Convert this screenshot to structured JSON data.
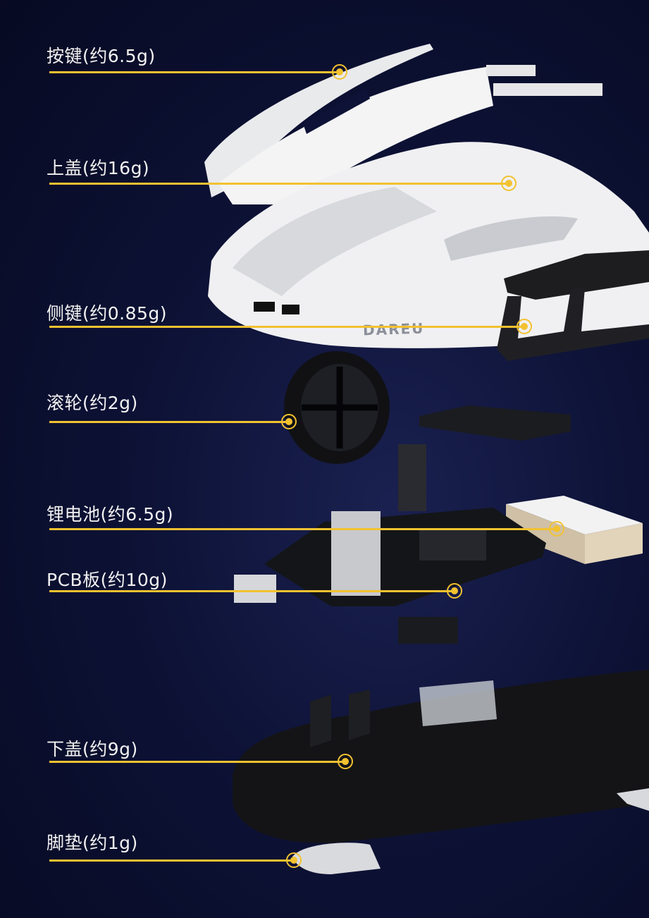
{
  "title": "Mouse exploded view component weights",
  "brand_logo": "DAREU",
  "accent_color": "#f2c230",
  "components": [
    {
      "id": "buttons",
      "label": "按键(约6.5g)"
    },
    {
      "id": "top-cover",
      "label": "上盖(约16g)"
    },
    {
      "id": "side-buttons",
      "label": "侧键(约0.85g)"
    },
    {
      "id": "scroll-wheel",
      "label": "滚轮(约2g)"
    },
    {
      "id": "battery",
      "label": "锂电池(约6.5g)"
    },
    {
      "id": "pcb",
      "label": "PCB板(约10g)"
    },
    {
      "id": "bottom-cover",
      "label": "下盖(约9g)"
    },
    {
      "id": "feet",
      "label": "脚垫(约1g)"
    }
  ]
}
